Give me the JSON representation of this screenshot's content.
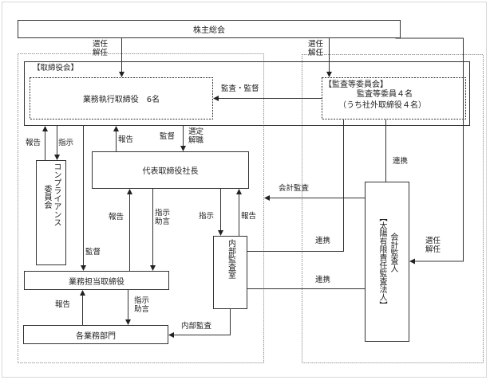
{
  "title": "株主総会",
  "board": {
    "label": "【取締役会】",
    "executive_directors": "業務執行取締役　6名",
    "audit_committee": {
      "label": "【監査等委員会】",
      "line1": "監査等委員４名",
      "line2": "（うち社外取締役４名）"
    }
  },
  "president": "代表取締役社長",
  "compliance_committee": [
    "コンプライアンス",
    "委員会"
  ],
  "internal_audit": "内部監査室",
  "business_directors": "業務担当取締役",
  "departments": "各業務部門",
  "auditor": {
    "line1": "会計監査人",
    "line2": "【太陽有限責任監査法人】"
  },
  "edge_labels": {
    "elect_left": [
      "選任",
      "解任"
    ],
    "elect_right": [
      "選任",
      "解任"
    ],
    "elect_auditor": [
      "選任",
      "解任"
    ],
    "audit_supervise": "監査・監督",
    "report_compliance": "報告",
    "instruct_compliance": "指示",
    "report_president_up": "報告",
    "supervise": "監督",
    "appoint_dismiss": [
      "選定",
      "解職"
    ],
    "report_to_president": "報告",
    "instruct_advise": [
      "指示",
      "助言"
    ],
    "instruct_internal": "指示",
    "report_internal": "報告",
    "supervise_business": "監督",
    "report_departments": "報告",
    "instruct_advise_departments": [
      "指示",
      "助言"
    ],
    "internal_audit_edge": "内部監査",
    "accounting_audit": "会計監査",
    "cooperation_1": "連携",
    "cooperation_2": "連携",
    "cooperation_3": "連携"
  },
  "colors": {
    "line": "#333333",
    "dotted_region": "#888888",
    "frame": "#d8d8d8"
  }
}
